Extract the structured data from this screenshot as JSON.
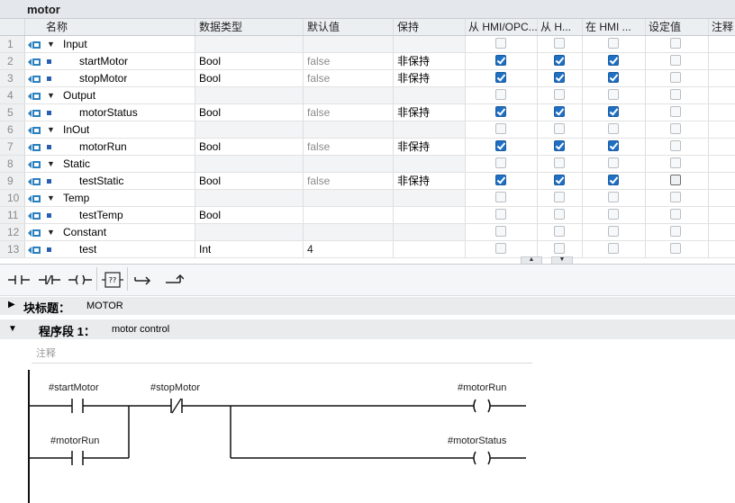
{
  "title": "motor",
  "table": {
    "headers": {
      "name": "名称",
      "data_type": "数据类型",
      "default_value": "默认值",
      "retain": "保持",
      "from_hmi_opc": "从 HMI/OPC...",
      "from_h": "从 H...",
      "in_hmi": "在 HMI ...",
      "setpoint": "设定值",
      "comment": "注释"
    },
    "rows": [
      {
        "num": "1",
        "name": "Input",
        "section": true,
        "type": "",
        "default": "",
        "retain": "",
        "cb": [
          0,
          0,
          0,
          0
        ]
      },
      {
        "num": "2",
        "name": "startMotor",
        "section": false,
        "type": "Bool",
        "default": "false",
        "retain": "非保持",
        "cb": [
          1,
          1,
          1,
          0
        ]
      },
      {
        "num": "3",
        "name": "stopMotor",
        "section": false,
        "type": "Bool",
        "default": "false",
        "retain": "非保持",
        "cb": [
          1,
          1,
          1,
          0
        ]
      },
      {
        "num": "4",
        "name": "Output",
        "section": true,
        "type": "",
        "default": "",
        "retain": "",
        "cb": [
          0,
          0,
          0,
          0
        ]
      },
      {
        "num": "5",
        "name": "motorStatus",
        "section": false,
        "type": "Bool",
        "default": "false",
        "retain": "非保持",
        "cb": [
          1,
          1,
          1,
          0
        ]
      },
      {
        "num": "6",
        "name": "InOut",
        "section": true,
        "type": "",
        "default": "",
        "retain": "",
        "cb": [
          0,
          0,
          0,
          0
        ]
      },
      {
        "num": "7",
        "name": "motorRun",
        "section": false,
        "type": "Bool",
        "default": "false",
        "retain": "非保持",
        "cb": [
          1,
          1,
          1,
          0
        ]
      },
      {
        "num": "8",
        "name": "Static",
        "section": true,
        "type": "",
        "default": "",
        "retain": "",
        "cb": [
          0,
          0,
          0,
          0
        ]
      },
      {
        "num": "9",
        "name": "testStatic",
        "section": false,
        "type": "Bool",
        "default": "false",
        "retain": "非保持",
        "cb": [
          1,
          1,
          1,
          2
        ]
      },
      {
        "num": "10",
        "name": "Temp",
        "section": true,
        "type": "",
        "default": "",
        "retain": "",
        "cb": [
          0,
          0,
          0,
          0
        ]
      },
      {
        "num": "11",
        "name": "testTemp",
        "section": false,
        "type": "Bool",
        "default": "",
        "retain": "",
        "cb": [
          0,
          0,
          0,
          0
        ]
      },
      {
        "num": "12",
        "name": "Constant",
        "section": true,
        "type": "",
        "default": "",
        "retain": "",
        "cb": [
          0,
          0,
          0,
          0
        ]
      },
      {
        "num": "13",
        "name": "test",
        "section": false,
        "type": "Int",
        "default": "4",
        "retain": "",
        "cb": [
          0,
          0,
          0,
          0
        ]
      }
    ]
  },
  "toolbar": {
    "icons": [
      "normally-open-contact-icon",
      "normally-closed-contact-icon",
      "output-coil-icon",
      "empty-box-icon",
      "open-branch-icon",
      "close-branch-icon"
    ],
    "box_label": "??"
  },
  "block": {
    "label": "块标题：",
    "value": "MOTOR"
  },
  "segment": {
    "label": "程序段 1：",
    "value": "motor control",
    "comment_placeholder": "注释"
  },
  "ladder": {
    "contact1": "#startMotor",
    "contact2": "#stopMotor",
    "coil1": "#motorRun",
    "contact3": "#motorRun",
    "coil2": "#motorStatus"
  },
  "colors": {
    "accent": "#1f6fc2",
    "header_bg": "#eceff2"
  }
}
